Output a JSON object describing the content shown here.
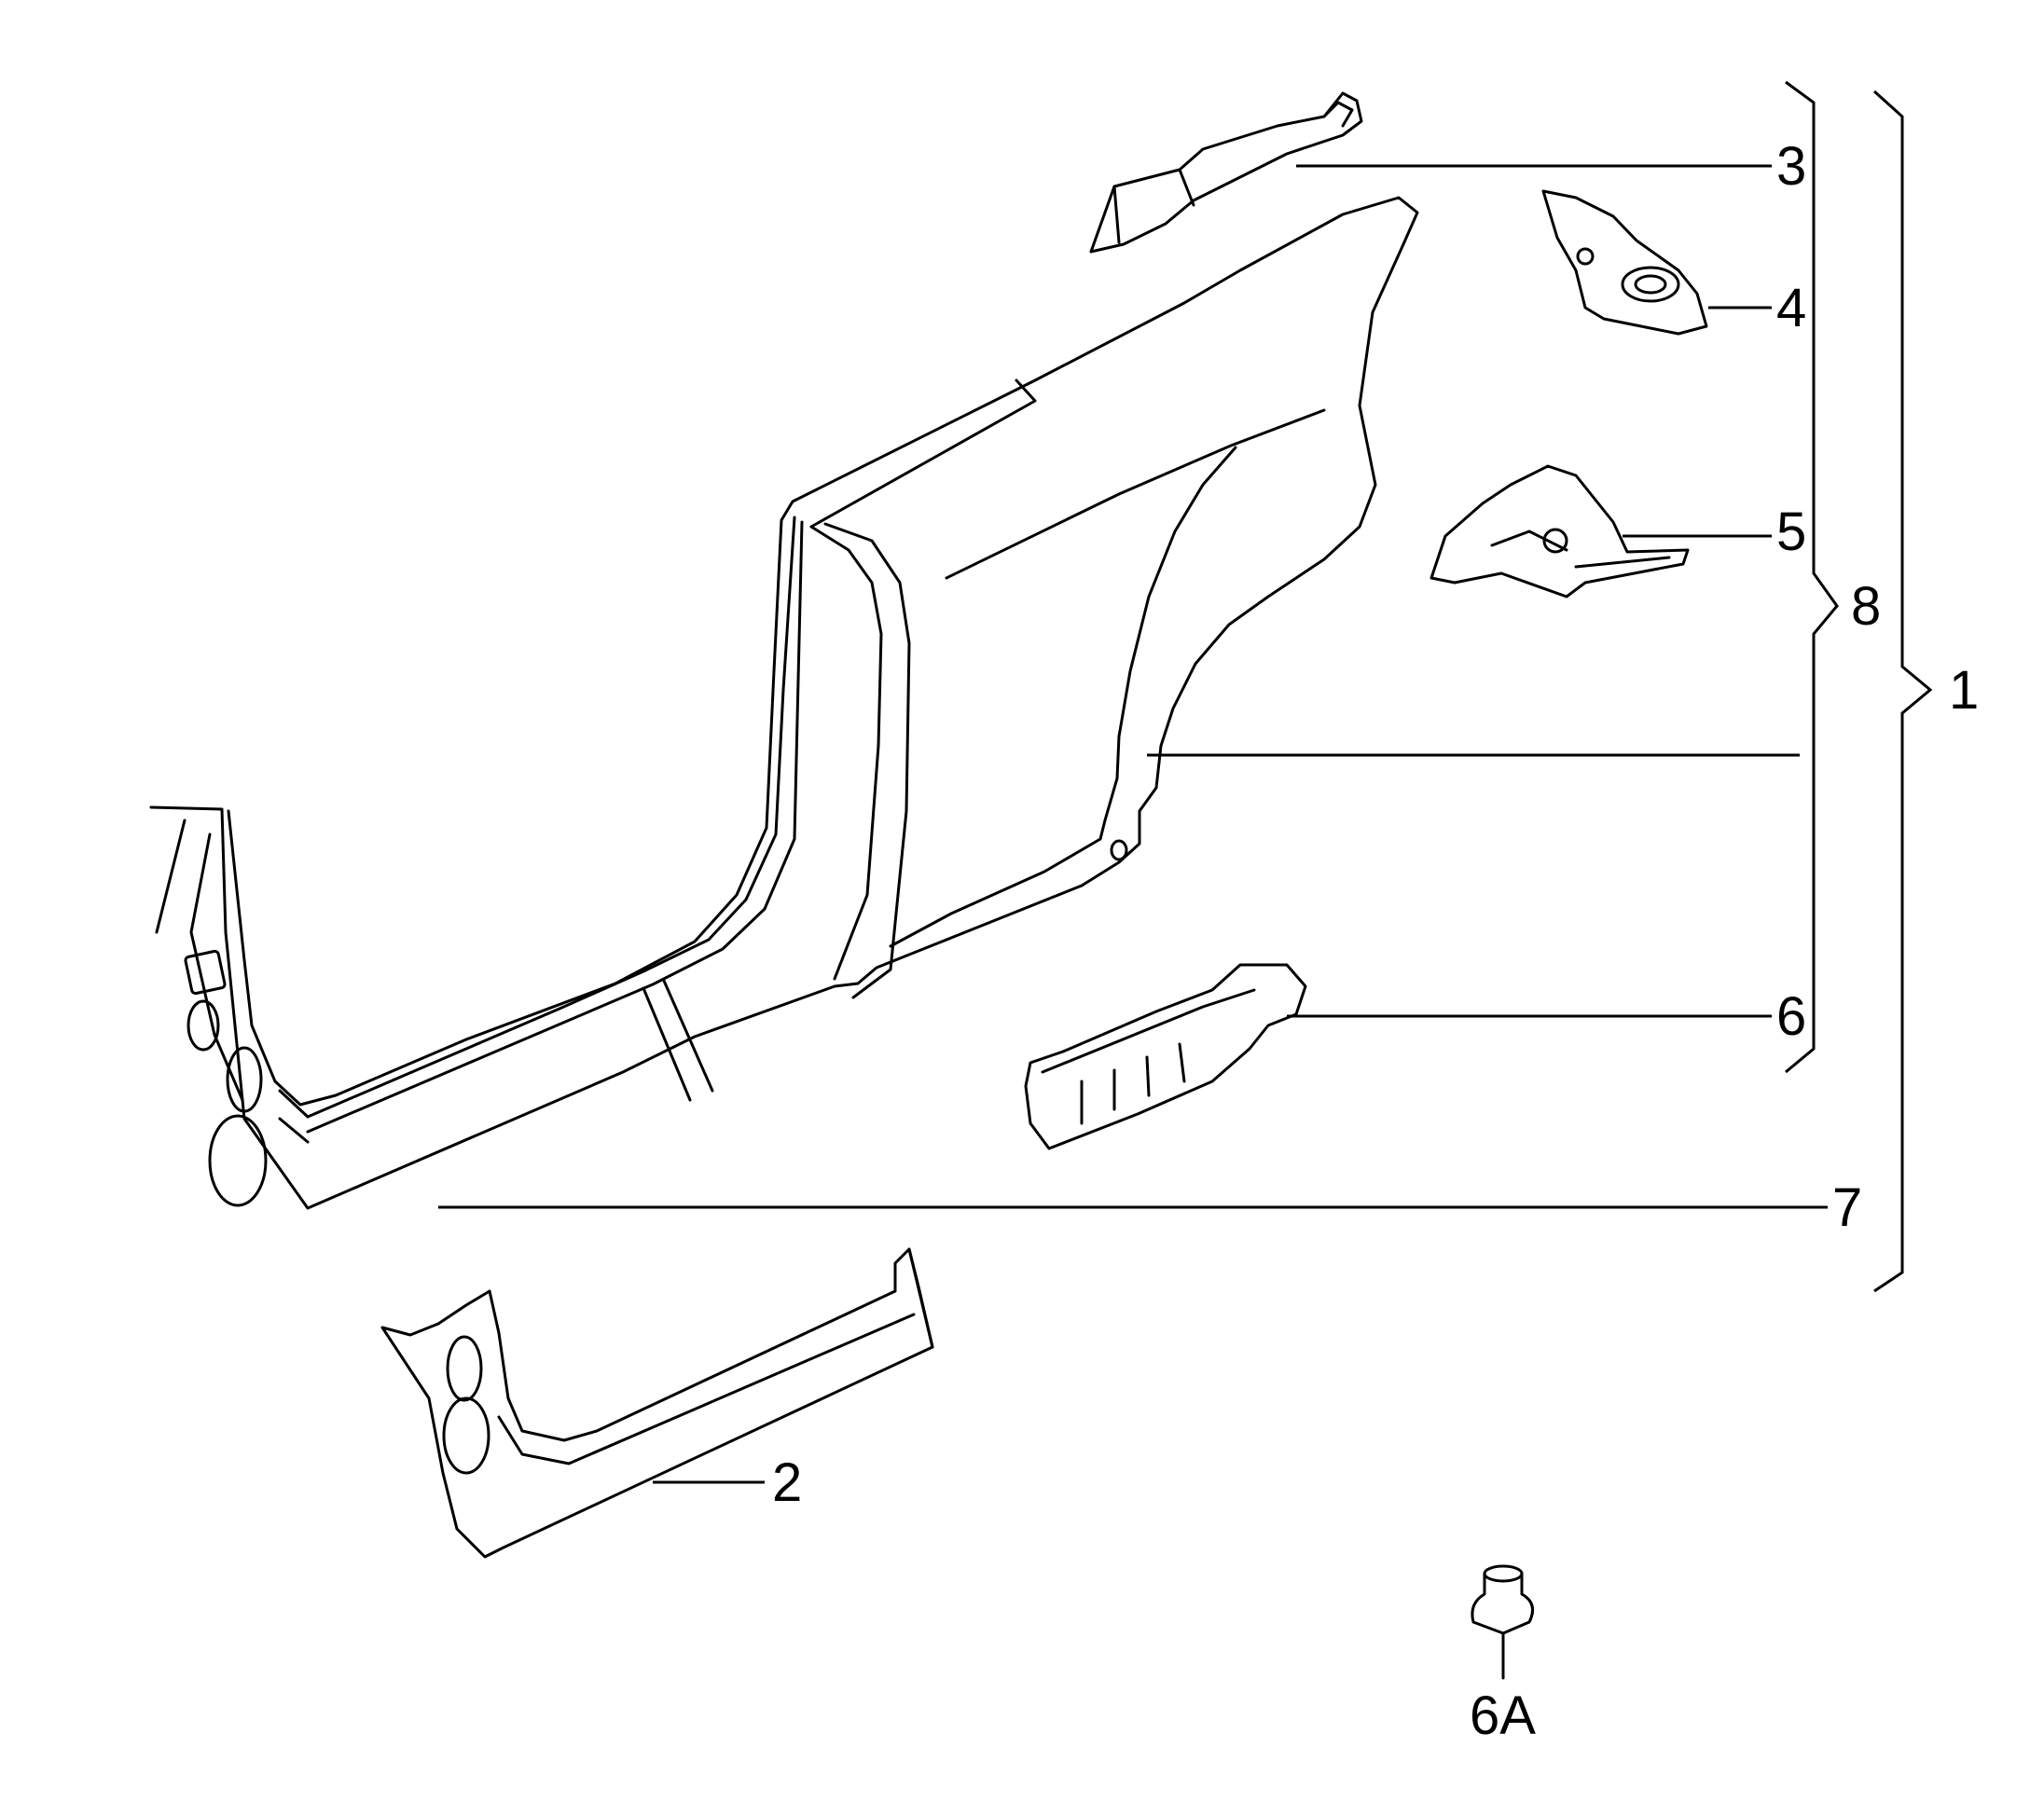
{
  "diagram": {
    "callouts": {
      "c1": "1",
      "c2": "2",
      "c3": "3",
      "c4": "4",
      "c5": "5",
      "c6": "6",
      "c6a": "6A",
      "c7": "7",
      "c8": "8"
    }
  }
}
